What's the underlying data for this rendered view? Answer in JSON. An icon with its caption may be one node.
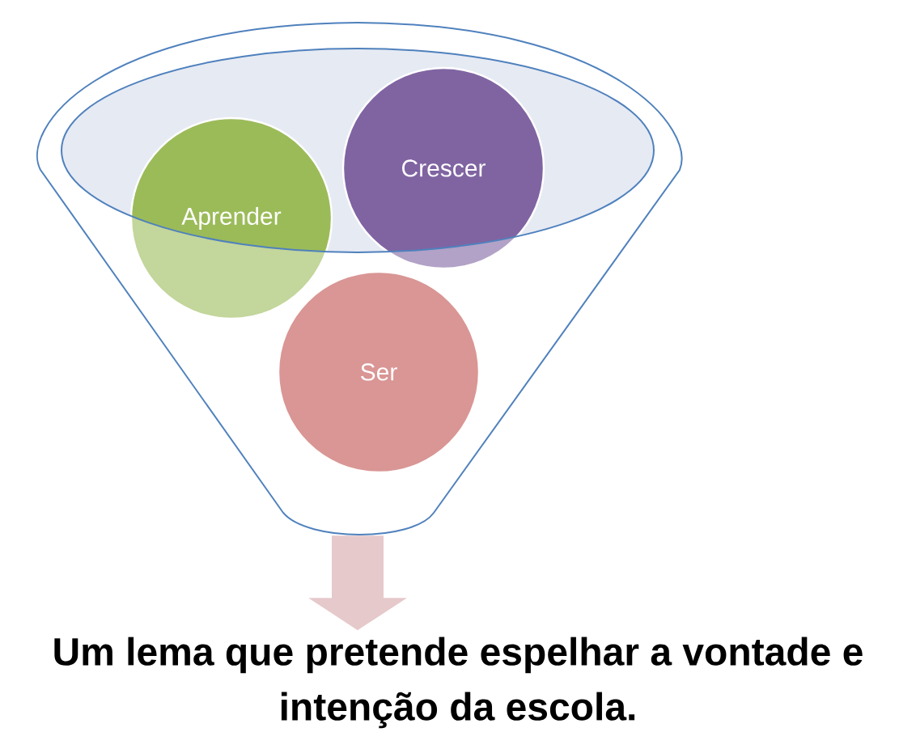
{
  "diagram": {
    "nodes": [
      {
        "text": [],
        "shape": "funnel"
      },
      {
        "text": [
          "Aprender"
        ],
        "in": 0
      },
      {
        "text": [
          "Crescer"
        ],
        "in": 0
      },
      {
        "text": [
          "Ser"
        ],
        "in": 0
      },
      {
        "text": [
          "Um lema que pretende espelhar a vontade e intenção da escola."
        ]
      }
    ],
    "edges": [
      {
        "from": 0,
        "to": 4,
        "arrow": "to"
      }
    ]
  }
}
